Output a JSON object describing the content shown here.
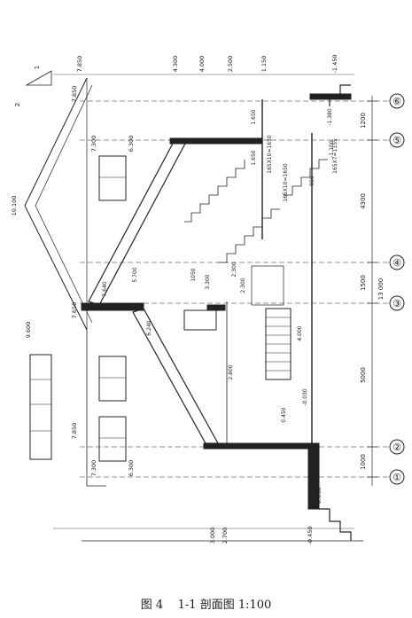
{
  "caption": {
    "figure_no": "图 4",
    "title": "1-1 剖面图 1:100"
  },
  "axes": {
    "markers": [
      "⑥",
      "⑤",
      "④",
      "③",
      "②",
      "①"
    ],
    "spacings": [
      "1200",
      "4300",
      "1500",
      "5000",
      "1000"
    ],
    "total": "13 000"
  },
  "elevations": {
    "top_row": [
      "7.850",
      "4.300",
      "4.000",
      "2.500",
      "1.150",
      "-1.450"
    ],
    "bottom_row": [
      "-0.450",
      "-0.030",
      "2.700",
      "3.000"
    ],
    "roof": {
      "ridge": "10.100",
      "ridge_left": "9.600",
      "eave_upper": "7.850",
      "eave_mid": "7.650",
      "eave_lower": "7.850"
    },
    "floor": [
      "7.300",
      "6.300",
      "7.300",
      "6.300"
    ],
    "inner": [
      "7.640",
      "6.240",
      "5.700",
      "3.300",
      "2.300",
      "2.300",
      "4.000",
      "0.450",
      "-0.030",
      "1.650",
      "1.650",
      "-1.380",
      "-1.100"
    ]
  },
  "stairs": [
    "165X10=1650",
    "165X10=1650",
    "165X7=1155",
    "900",
    "1050",
    "2.800"
  ],
  "slope": {
    "rise": "1",
    "run": "2"
  }
}
